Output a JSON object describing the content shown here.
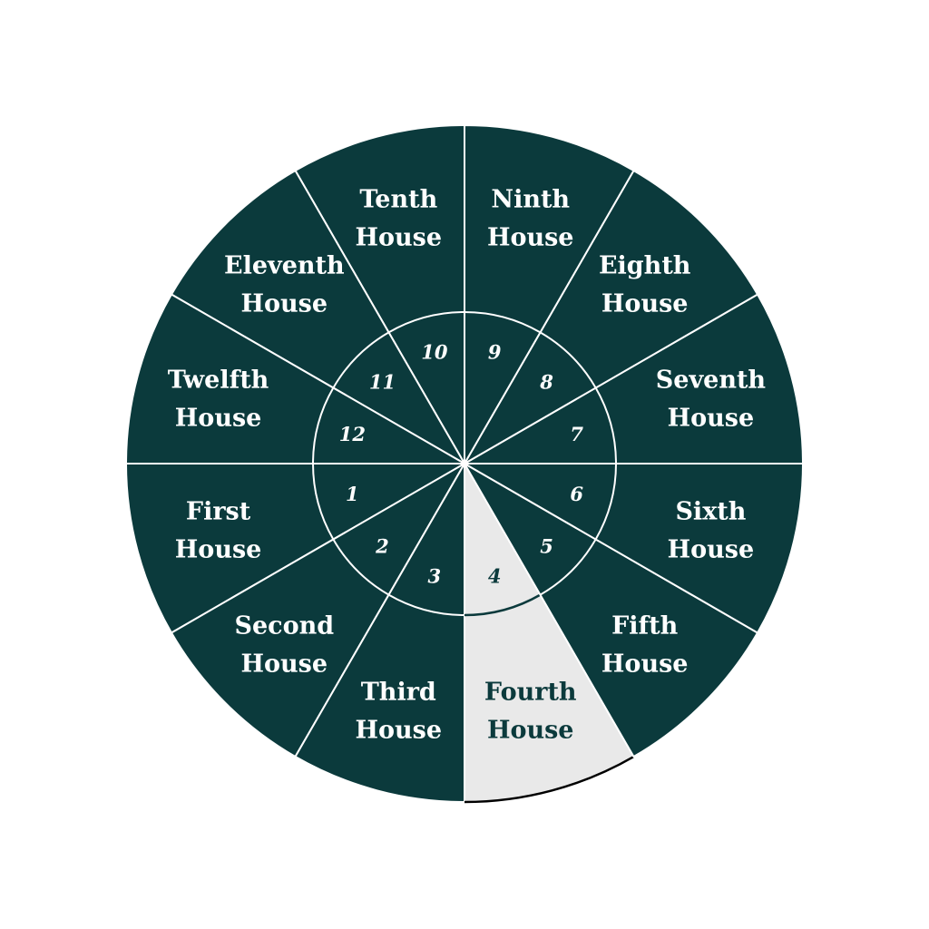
{
  "colors": {
    "wedge": "#0b3a3c",
    "highlight": "#e9e9e9",
    "line": "#ffffff",
    "highlight_text": "#0b3a3c",
    "text": "#ffffff"
  },
  "highlighted_house": 4,
  "houses": [
    {
      "number": "1",
      "name": [
        "First",
        "House"
      ]
    },
    {
      "number": "2",
      "name": [
        "Second",
        "House"
      ]
    },
    {
      "number": "3",
      "name": [
        "Third",
        "House"
      ]
    },
    {
      "number": "4",
      "name": [
        "Fourth",
        "House"
      ]
    },
    {
      "number": "5",
      "name": [
        "Fifth",
        "House"
      ]
    },
    {
      "number": "6",
      "name": [
        "Sixth",
        "House"
      ]
    },
    {
      "number": "7",
      "name": [
        "Seventh",
        "House"
      ]
    },
    {
      "number": "8",
      "name": [
        "Eighth",
        "House"
      ]
    },
    {
      "number": "9",
      "name": [
        "Ninth",
        "House"
      ]
    },
    {
      "number": "10",
      "name": [
        "Tenth",
        "House"
      ]
    },
    {
      "number": "11",
      "name": [
        "Eleventh",
        "House"
      ]
    },
    {
      "number": "12",
      "name": [
        "Twelfth",
        "House"
      ]
    }
  ]
}
